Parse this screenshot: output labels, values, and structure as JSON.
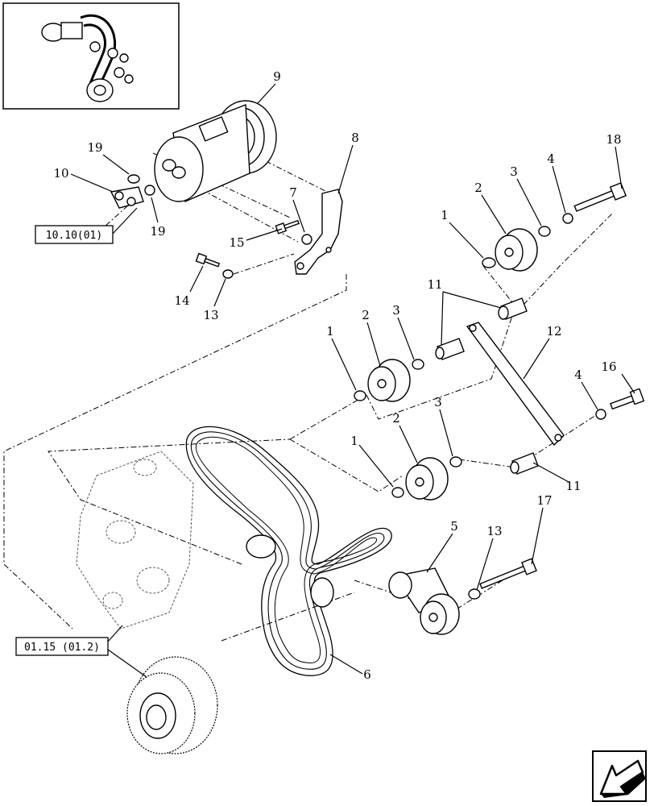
{
  "reference_boxes": [
    {
      "id": "ref-10-10",
      "label": "10.10(01)"
    },
    {
      "id": "ref-01-15",
      "label": "01.15 (01.2)"
    }
  ],
  "callouts": [
    {
      "key": "c9",
      "text": "9"
    },
    {
      "key": "c8",
      "text": "8"
    },
    {
      "key": "c19a",
      "text": "19"
    },
    {
      "key": "c10",
      "text": "10"
    },
    {
      "key": "c19b",
      "text": "19"
    },
    {
      "key": "c7",
      "text": "7"
    },
    {
      "key": "c15",
      "text": "15"
    },
    {
      "key": "c14",
      "text": "14"
    },
    {
      "key": "c13a",
      "text": "13"
    },
    {
      "key": "c18",
      "text": "18"
    },
    {
      "key": "c4a",
      "text": "4"
    },
    {
      "key": "c3a",
      "text": "3"
    },
    {
      "key": "c2a",
      "text": "2"
    },
    {
      "key": "c1a",
      "text": "1"
    },
    {
      "key": "c11a",
      "text": "11"
    },
    {
      "key": "c12",
      "text": "12"
    },
    {
      "key": "c3b",
      "text": "3"
    },
    {
      "key": "c2b",
      "text": "2"
    },
    {
      "key": "c1b",
      "text": "1"
    },
    {
      "key": "c16",
      "text": "16"
    },
    {
      "key": "c4b",
      "text": "4"
    },
    {
      "key": "c3c",
      "text": "3"
    },
    {
      "key": "c2c",
      "text": "2"
    },
    {
      "key": "c1c",
      "text": "1"
    },
    {
      "key": "c11b",
      "text": "11"
    },
    {
      "key": "c17",
      "text": "17"
    },
    {
      "key": "c5",
      "text": "5"
    },
    {
      "key": "c13b",
      "text": "13"
    },
    {
      "key": "c6",
      "text": "6"
    }
  ],
  "icons": {
    "thumbnail": "assembly-thumbnail-icon",
    "nav": "previous-page-arrow-icon"
  }
}
